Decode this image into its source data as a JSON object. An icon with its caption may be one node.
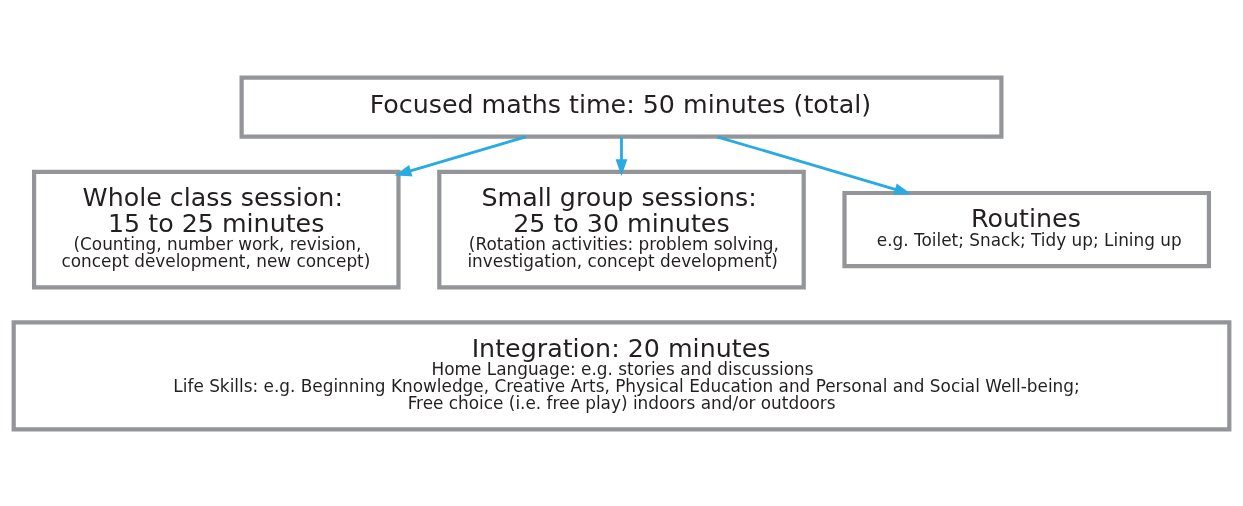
{
  "diagram": {
    "nodes": [
      {
        "text": [
          "Focused maths time: 50 minutes (total)"
        ]
      },
      {
        "text": [
          "Whole class session: 15 to 25 minutes",
          "(Counting, number work, revision, concept development, new concept)"
        ]
      },
      {
        "text": [
          "Small group sessions: 25 to 30 minutes",
          "(Rotation activities: problem solving, investigation, concept development)"
        ]
      },
      {
        "text": [
          "Routines",
          "e.g. Toilet; Snack; Tidy up; Lining up"
        ]
      },
      {
        "text": [
          "Integration: 20 minutes",
          "Home Language: e.g. stories and discussions",
          "Life Skills: e.g. Beginning Knowledge, Creative Arts, Physical Education and Personal and Social Well-being;",
          "Free choice (i.e. free play) indoors and/or outdoors"
        ]
      }
    ],
    "edges": [
      {
        "from": 0,
        "to": 1,
        "arrow": "to"
      },
      {
        "from": 0,
        "to": 2,
        "arrow": "to"
      },
      {
        "from": 0,
        "to": 3,
        "arrow": "to"
      }
    ]
  }
}
